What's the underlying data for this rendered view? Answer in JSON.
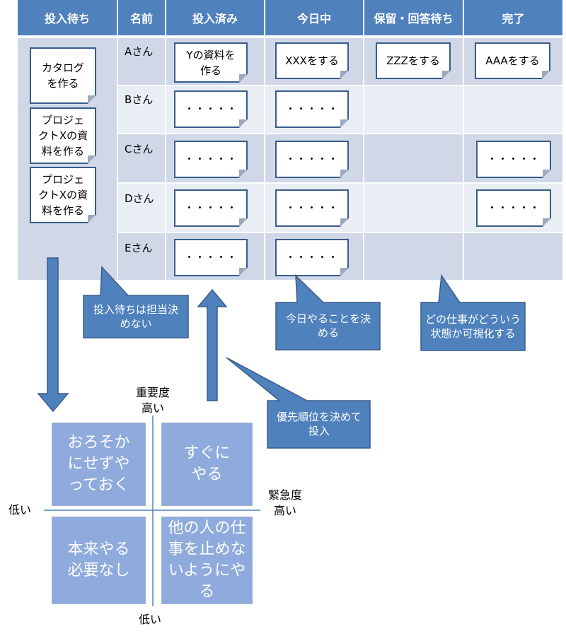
{
  "columns": [
    "投入待ち",
    "名前",
    "投入済み",
    "今日中",
    "保留・回答待ち",
    "完了"
  ],
  "names": [
    "Aさん",
    "Bさん",
    "Cさん",
    "Dさん",
    "Eさん"
  ],
  "backlog": [
    "カタログを作る",
    "プロジェクトXの資料を作る",
    "プロジェクトXの資料を作る"
  ],
  "cards": {
    "a_submitted": "Yの資料を作る",
    "a_today": "XXXをする",
    "a_hold": "ZZZをする",
    "a_done": "AAAをする",
    "placeholder": "・・・・・"
  },
  "callouts": {
    "backlog": "投入待ちは担当決めない",
    "today": "今日やることを決める",
    "visibility": "どの仕事がどういう状態か可視化する",
    "priority": "優先順位を決めて投入"
  },
  "matrix": {
    "top_label": "重要度",
    "top_sub": "高い",
    "right_label": "緊急度",
    "right_sub": "高い",
    "left_label": "低い",
    "bottom_label": "低い",
    "q_top_left": "おろそかにせずやっておく",
    "q_top_right": "すぐにやる",
    "q_bottom_left": "本来やる必要なし",
    "q_bottom_right": "他の人の仕事を止めないようにやる"
  },
  "colors": {
    "header": "#4f81bd",
    "callout": "#4f81bd",
    "quadrant": "#8faadc",
    "row_dark": "#d0d8e8",
    "row_light": "#e9edf4"
  }
}
